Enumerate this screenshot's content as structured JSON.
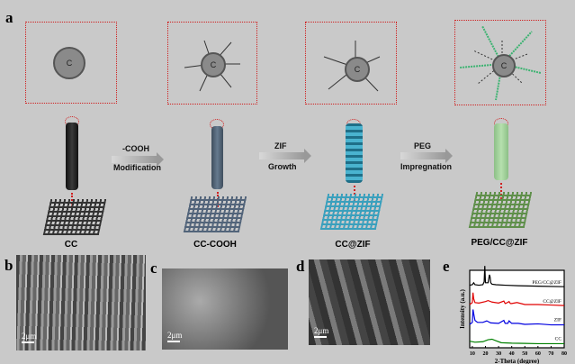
{
  "panel_labels": {
    "a": "a",
    "b": "b",
    "c": "c",
    "d": "d",
    "e": "e"
  },
  "stages": [
    {
      "label": "CC",
      "atom": "C",
      "fiber_color": "#1e1e1e",
      "cloth_color": "#333333"
    },
    {
      "label": "CC-COOH",
      "atom": "C",
      "fiber_color": "#4d5d6e",
      "cloth_color": "#52647a"
    },
    {
      "label": "CC@ZIF",
      "atom": "C",
      "fiber_color": "#2f8ea8",
      "cloth_color": "#3aa0bd"
    },
    {
      "label": "PEG/CC@ZIF",
      "atom": "C",
      "fiber_color": "#9fcf98",
      "cloth_color": "#5f8f4a"
    }
  ],
  "arrows": [
    {
      "top": "-COOH",
      "bottom": "Modification"
    },
    {
      "top": "ZIF",
      "bottom": "Growth"
    },
    {
      "top": "PEG",
      "bottom": "Impregnation"
    }
  ],
  "sem_scale": "2μm",
  "chart_data": {
    "type": "line",
    "xlabel": "2-Theta (degree)",
    "ylabel": "Intensity (a.u.)",
    "xlim": [
      8,
      80
    ],
    "xticks": [
      10,
      20,
      30,
      40,
      50,
      60,
      70,
      80
    ],
    "series": [
      {
        "name": "PEG/CC@ZIF",
        "color": "#000000",
        "offset": 3,
        "x": [
          8,
          10,
          11,
          12,
          15,
          18,
          19,
          19.5,
          20,
          22,
          23,
          23.5,
          24,
          25,
          28,
          35,
          45,
          60,
          80
        ],
        "y": [
          0.25,
          0.3,
          0.5,
          0.3,
          0.25,
          0.3,
          0.6,
          2.2,
          0.5,
          0.5,
          1.3,
          1.1,
          0.5,
          0.35,
          0.3,
          0.25,
          0.2,
          0.15,
          0.1
        ]
      },
      {
        "name": "CC@ZIF",
        "color": "#e00000",
        "offset": 2,
        "x": [
          8,
          10,
          10.5,
          11,
          12,
          15,
          20,
          22,
          25,
          30,
          34,
          35,
          36,
          38,
          39,
          40,
          44,
          50,
          60,
          70,
          80
        ],
        "y": [
          0.2,
          0.4,
          1.4,
          0.8,
          0.4,
          0.35,
          0.5,
          0.6,
          0.45,
          0.35,
          0.55,
          0.3,
          0.35,
          0.5,
          0.3,
          0.3,
          0.4,
          0.2,
          0.2,
          0.15,
          0.1
        ]
      },
      {
        "name": "ZIF",
        "color": "#0000e0",
        "offset": 1,
        "x": [
          8,
          10,
          10.5,
          11,
          12,
          14,
          18,
          21,
          24,
          30,
          34,
          35,
          37,
          38,
          40,
          45,
          50,
          60,
          70,
          80
        ],
        "y": [
          0.1,
          0.3,
          1.6,
          1.2,
          0.5,
          0.3,
          0.3,
          0.45,
          0.25,
          0.2,
          0.5,
          0.2,
          0.2,
          0.45,
          0.2,
          0.2,
          0.1,
          0.15,
          0.05,
          0.05
        ]
      },
      {
        "name": "CC",
        "color": "#008000",
        "offset": 0,
        "x": [
          8,
          12,
          18,
          22,
          25,
          28,
          32,
          40,
          50,
          60,
          80
        ],
        "y": [
          0.3,
          0.2,
          0.25,
          0.45,
          0.5,
          0.35,
          0.15,
          0.1,
          0.08,
          0.05,
          0.05
        ]
      }
    ]
  }
}
